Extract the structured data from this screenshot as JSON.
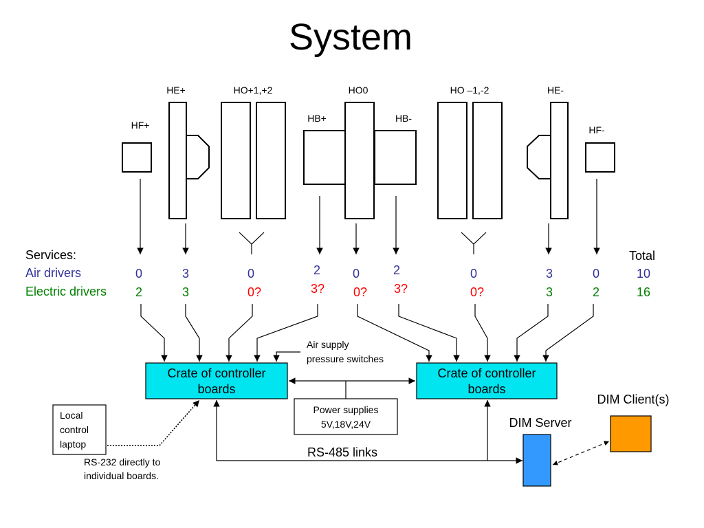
{
  "title": "System",
  "detectors": {
    "hf_plus": "HF+",
    "he_plus": "HE+",
    "ho_plus": "HO+1,+2",
    "hb_plus": "HB+",
    "ho0": "HO0",
    "hb_minus": "HB-",
    "ho_minus": "HO –1,-2",
    "he_minus": "HE-",
    "hf_minus": "HF-"
  },
  "services": {
    "heading": "Services:",
    "air_label": "Air drivers",
    "electric_label": "Electric drivers",
    "total_label": "Total",
    "air": [
      "0",
      "3",
      "0",
      "2",
      "0",
      "2",
      "0",
      "3",
      "0"
    ],
    "electric": [
      "2",
      "3",
      "0?",
      "3?",
      "0?",
      "3?",
      "0?",
      "3",
      "2"
    ],
    "air_total": "10",
    "electric_total": "16"
  },
  "boxes": {
    "air_supply": [
      "Air supply",
      "pressure switches"
    ],
    "crate_left": [
      "Crate of controller",
      "boards"
    ],
    "crate_right": [
      "Crate of controller",
      "boards"
    ],
    "power": [
      "Power supplies",
      "5V,18V,24V"
    ],
    "laptop": [
      "Local",
      "control",
      "laptop"
    ],
    "rs232": [
      "RS-232 directly to",
      "individual boards."
    ],
    "rs485": "RS-485 links",
    "dim_server": "DIM Server",
    "dim_client": "DIM Client(s)"
  },
  "colors": {
    "crate": "#00e5f0",
    "dim_server": "#3399ff",
    "dim_client": "#ff9900",
    "air_text": "#333399",
    "electric_text": "#008000",
    "uncertain_text": "#ff0000"
  }
}
